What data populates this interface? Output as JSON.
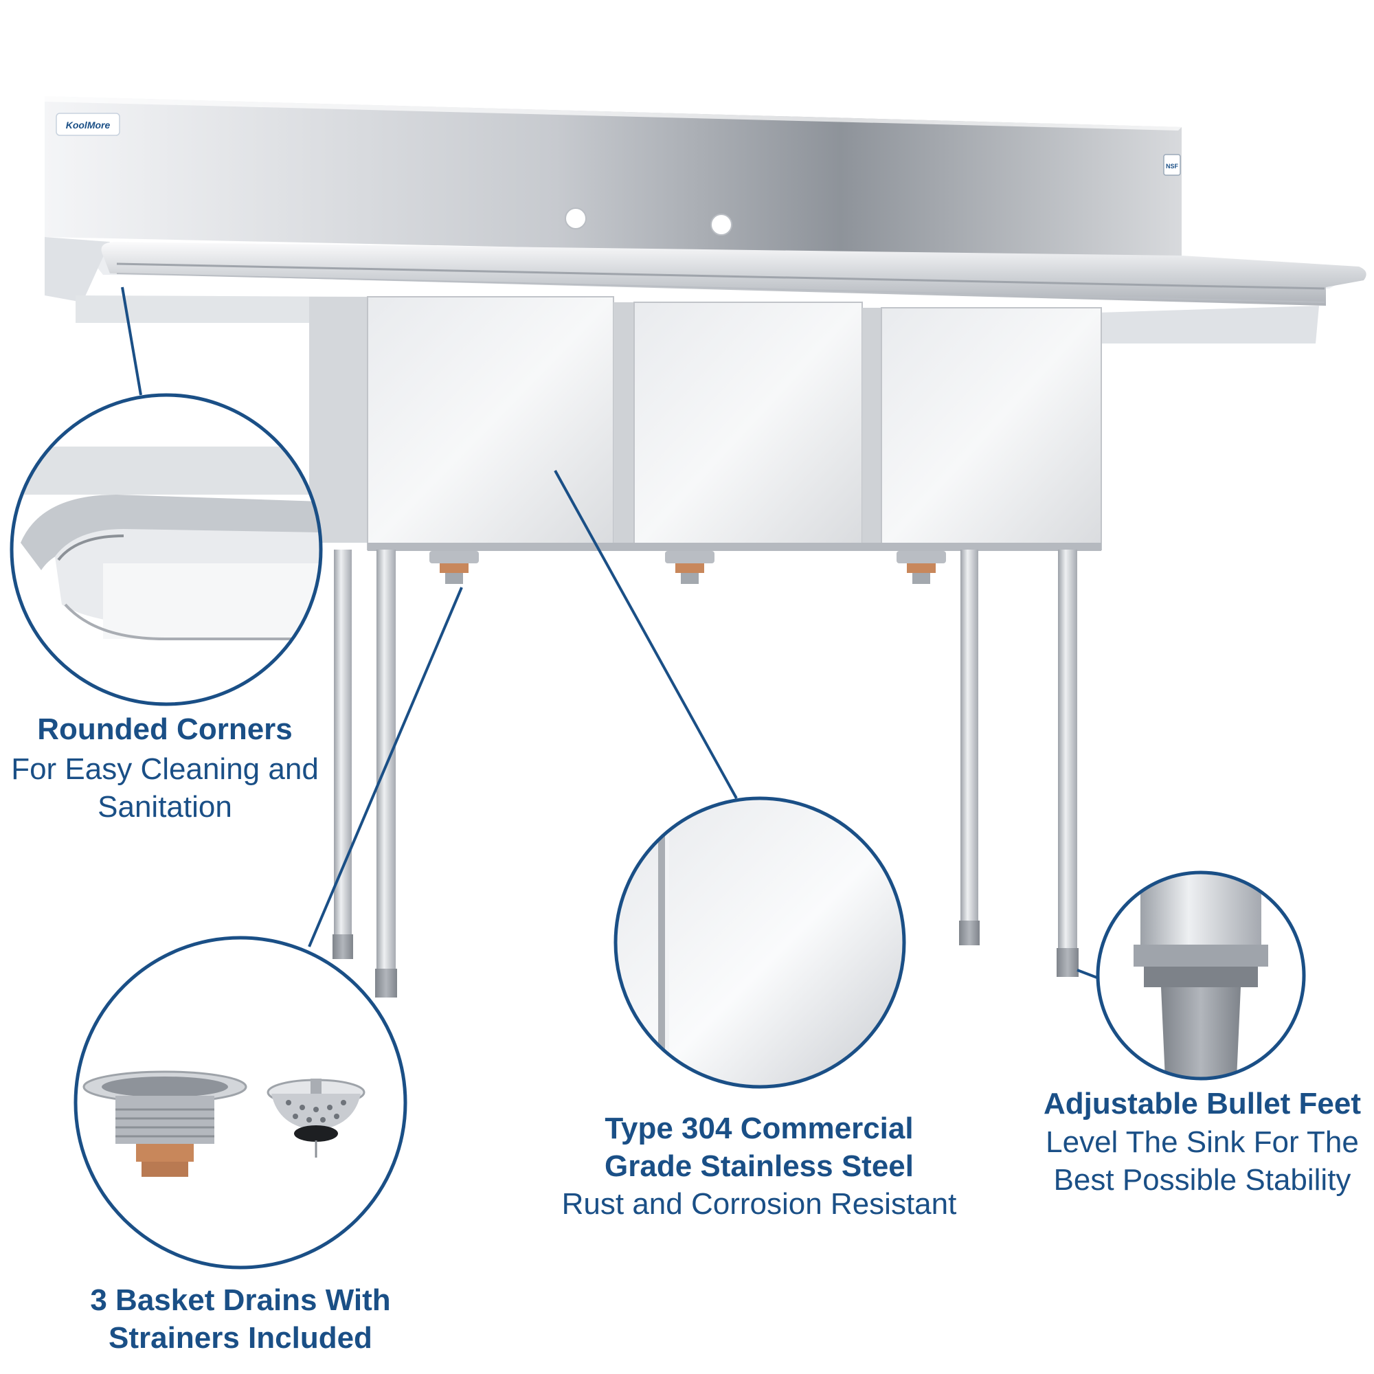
{
  "brand": {
    "logo_text": "KoolMore",
    "certification_mark": "NSF"
  },
  "colors": {
    "accent": "#1a4f86",
    "steel_light": "#f1f2f4",
    "steel_mid": "#c9ccd1",
    "steel_dark": "#8d9299",
    "brass": "#c8875b"
  },
  "features": {
    "corners": {
      "title": "Rounded Corners",
      "line1": "For Easy Cleaning and",
      "line2": "Sanitation"
    },
    "steel": {
      "title1": "Type 304 Commercial",
      "title2": "Grade Stainless Steel",
      "sub": "Rust and Corrosion Resistant"
    },
    "feet": {
      "title": "Adjustable Bullet Feet",
      "line1": "Level The Sink For The",
      "line2": "Best Possible Stability"
    },
    "drains": {
      "title1": "3 Basket Drains With",
      "title2": "Strainers Included"
    }
  }
}
